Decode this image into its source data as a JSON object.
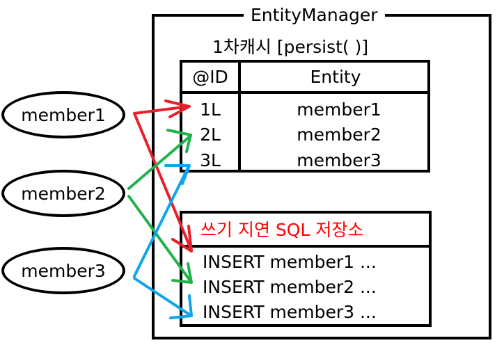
{
  "entity_manager": {
    "title": "EntityManager"
  },
  "first_cache": {
    "title": "1차캐시 [persist( )]",
    "columns": [
      "@ID",
      "Entity"
    ],
    "rows": [
      {
        "id": "1L",
        "entity": "member1"
      },
      {
        "id": "2L",
        "entity": "member2"
      },
      {
        "id": "3L",
        "entity": "member3"
      }
    ]
  },
  "sql_store": {
    "title": "쓰기 지연 SQL 저장소",
    "title_color": "#ff0000",
    "statements": [
      "INSERT member1 ...",
      "INSERT member2 ...",
      "INSERT member3 ..."
    ]
  },
  "members": [
    "member1",
    "member2",
    "member3"
  ],
  "arrow_colors": {
    "member1": "#e8202a",
    "member2": "#22b14c",
    "member3": "#0ea5e9"
  }
}
